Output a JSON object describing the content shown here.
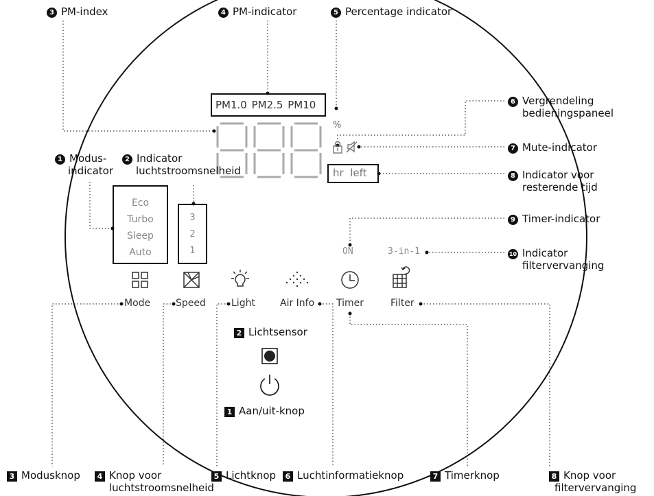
{
  "top_callouts": {
    "pm_index": {
      "num": "3",
      "text": "PM-index"
    },
    "pm_indicator": {
      "num": "4",
      "text": "PM-indicator"
    },
    "percentage": {
      "num": "5",
      "text": "Percentage indicator"
    }
  },
  "right_callouts": {
    "lock": {
      "num": "6",
      "line1": "Vergrendeling",
      "line2": "bedieningspaneel"
    },
    "mute": {
      "num": "7",
      "text": "Mute-indicator"
    },
    "time_left": {
      "num": "8",
      "line1": "Indicator voor",
      "line2": "resterende tijd"
    },
    "timer": {
      "num": "9",
      "text": "Timer-indicator"
    },
    "filter": {
      "num": "10",
      "line1": "Indicator",
      "line2": "filtervervanging"
    }
  },
  "left_callouts": {
    "mode": {
      "num": "1",
      "line1": "Modus-",
      "line2": "indicator"
    },
    "airflow": {
      "num": "2",
      "line1": "Indicator",
      "line2": "luchtstroomsnelheid"
    }
  },
  "display": {
    "pm_labels": [
      "PM1.0",
      "PM2.5",
      "PM10"
    ],
    "percent_symbol": "%",
    "time_left_text": "hr  left",
    "modes": [
      "Eco",
      "Turbo",
      "Sleep",
      "Auto"
    ],
    "speeds": [
      "3",
      "2",
      "1"
    ],
    "timer_on": "ON",
    "filter_status": "3-in-1"
  },
  "buttons": {
    "mode": "Mode",
    "speed": "Speed",
    "light": "Light",
    "airinfo": "Air Info",
    "timer": "Timer",
    "filter": "Filter"
  },
  "center": {
    "light_sensor": {
      "num": "2",
      "text": "Lichtsensor"
    },
    "power": {
      "num": "1",
      "text": "Aan/uit-knop"
    }
  },
  "bottom_labels": {
    "mode": {
      "num": "3",
      "text": "Modusknop"
    },
    "speed": {
      "num": "4",
      "line1": "Knop voor",
      "line2": "luchtstroomsnelheid"
    },
    "light": {
      "num": "5",
      "text": "Lichtknop"
    },
    "airinfo": {
      "num": "6",
      "text": "Luchtinformatieknop"
    },
    "timer": {
      "num": "7",
      "text": "Timerknop"
    },
    "filter": {
      "num": "8",
      "line1": "Knop voor",
      "line2": "filtervervanging"
    }
  }
}
